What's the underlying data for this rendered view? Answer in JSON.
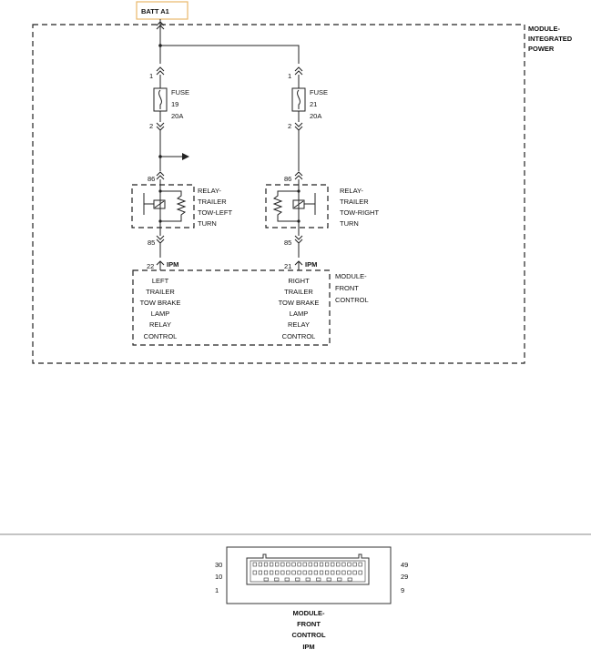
{
  "batt_label": "BATT A1",
  "module_ipm": {
    "line1": "MODULE-",
    "line2": "INTEGRATED",
    "line3": "POWER"
  },
  "fuse_left": {
    "pin_top": "1",
    "pin_bottom": "2",
    "name": "FUSE",
    "number": "19",
    "rating": "20A"
  },
  "fuse_right": {
    "pin_top": "1",
    "pin_bottom": "2",
    "name": "FUSE",
    "number": "21",
    "rating": "20A"
  },
  "relay_left": {
    "pin_top": "86",
    "pin_bottom": "85",
    "line1": "RELAY-",
    "line2": "TRAILER",
    "line3": "TOW-LEFT",
    "line4": "TURN"
  },
  "relay_right": {
    "pin_top": "86",
    "pin_bottom": "85",
    "line1": "RELAY-",
    "line2": "TRAILER",
    "line3": "TOW-RIGHT",
    "line4": "TURN"
  },
  "ipm_left": {
    "pin": "22",
    "connector": "IPM"
  },
  "ipm_right": {
    "pin": "21",
    "connector": "IPM"
  },
  "fcm_left": [
    "LEFT",
    "TRAILER",
    "TOW BRAKE",
    "LAMP",
    "RELAY",
    "CONTROL"
  ],
  "fcm_right": [
    "RIGHT",
    "TRAILER",
    "TOW BRAKE",
    "LAMP",
    "RELAY",
    "CONTROL"
  ],
  "module_fcm": {
    "line1": "MODULE-",
    "line2": "FRONT",
    "line3": "CONTROL"
  },
  "connector": {
    "left_pins": [
      "30",
      "10",
      "1"
    ],
    "right_pins": [
      "49",
      "29",
      "9"
    ],
    "caption": [
      "MODULE-",
      "FRONT",
      "CONTROL",
      "IPM"
    ]
  }
}
